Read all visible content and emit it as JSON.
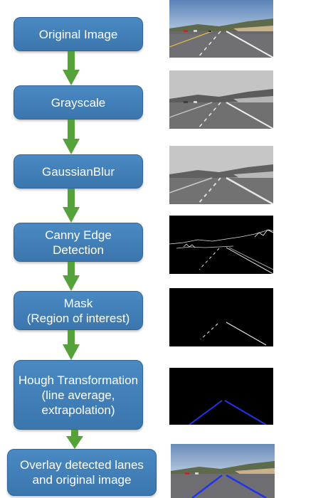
{
  "steps": [
    {
      "label": "Original Image"
    },
    {
      "label": "Grayscale"
    },
    {
      "label": "GaussianBlur"
    },
    {
      "label": "Canny Edge\nDetection"
    },
    {
      "label": "Mask\n(Region of interest)"
    },
    {
      "label": "Hough Transformation\n(line average,\nextrapolation)"
    },
    {
      "label": "Overlay detected lanes\nand original image"
    }
  ],
  "colors": {
    "box": "#3f7db5",
    "arrow": "#55a13a",
    "lane_highlight": "#2233ee"
  }
}
